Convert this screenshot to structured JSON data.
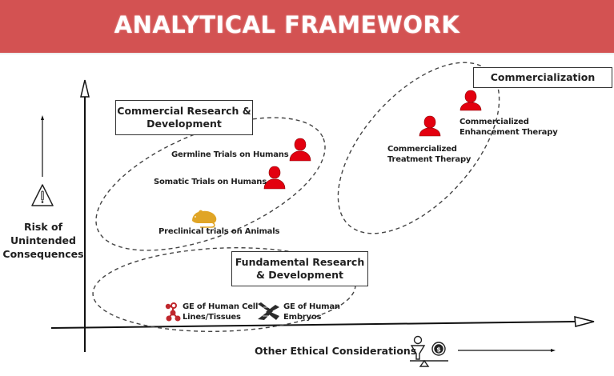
{
  "header": {
    "title": "ANALYTICAL FRAMEWORK",
    "background_color": "#d35252",
    "text_color": "#ffffff"
  },
  "axes": {
    "y_label": "Risk of Unintended Consequences",
    "y_label_lines": [
      "Risk of",
      "Unintended",
      "Consequences"
    ],
    "y_icon": "warning-icon",
    "x_label": "Other Ethical Considerations",
    "x_icon": "ethics-scale-icon"
  },
  "groups": [
    {
      "id": "commercial-rd",
      "label": "Commercial Research & Development",
      "label_lines": [
        "Commercial Research &",
        "Development"
      ],
      "items": [
        {
          "label": "Germline Trials on Humans",
          "icon": "person-icon",
          "icon_color": "#e3000f"
        },
        {
          "label": "Somatic Trials on Humans",
          "icon": "person-icon",
          "icon_color": "#e3000f"
        },
        {
          "label": "Preclinical trials on Animals",
          "icon": "rat-icon",
          "icon_color": "#e0a526"
        }
      ]
    },
    {
      "id": "commercialization",
      "label": "Commercialization",
      "items": [
        {
          "label": "Commercialized Enhancement Therapy",
          "label_lines": [
            "Commercialized",
            "Enhancement Therapy"
          ],
          "icon": "person-icon",
          "icon_color": "#e3000f"
        },
        {
          "label": "Commercialized Treatment Therapy",
          "label_lines": [
            "Commercialized",
            "Treatment Therapy"
          ],
          "icon": "person-icon",
          "icon_color": "#e3000f"
        }
      ]
    },
    {
      "id": "fundamental-rd",
      "label": "Fundamental Research & Development",
      "label_lines": [
        "Fundamental Research",
        "& Development"
      ],
      "items": [
        {
          "label": "GE of Human Cell Lines/Tissues",
          "label_lines": [
            "GE of Human Cell",
            "Lines/Tissues"
          ],
          "icon": "cell-molecule-icon",
          "icon_color": "#c0272d"
        },
        {
          "label": "GE of Human Embryos",
          "label_lines": [
            "GE of Human",
            "Embryos"
          ],
          "icon": "dna-icon",
          "icon_color": "#333333"
        }
      ]
    }
  ]
}
